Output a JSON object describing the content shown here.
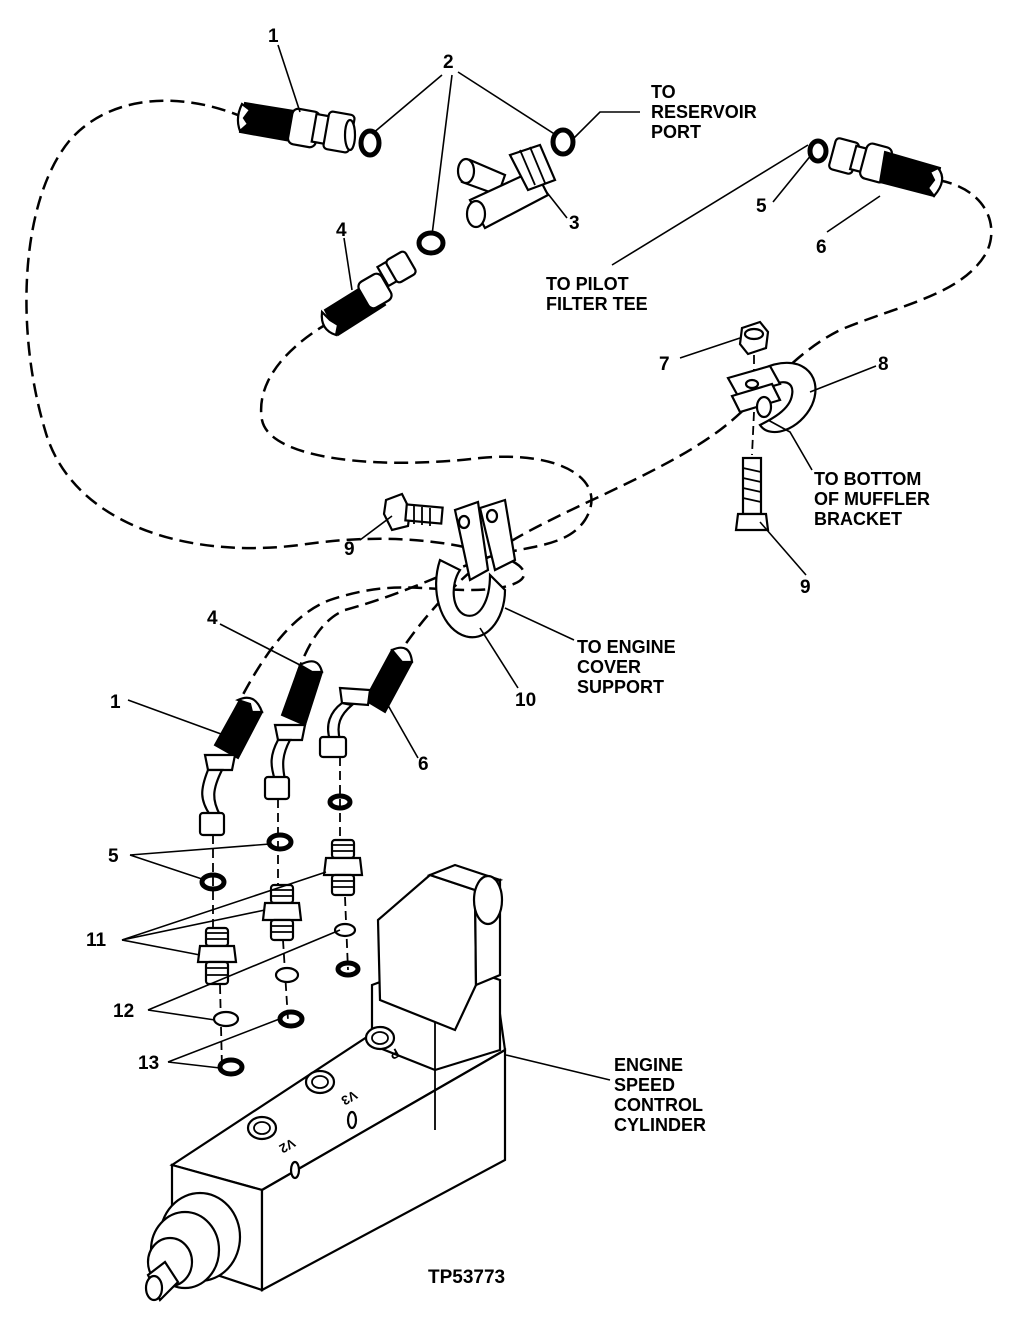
{
  "callouts": {
    "c1_top": "1",
    "c2": "2",
    "c3": "3",
    "c4_top": "4",
    "c5_top": "5",
    "c6_top": "6",
    "c7": "7",
    "c8": "8",
    "c9_left": "9",
    "c9_right": "9",
    "c10": "10",
    "c4_mid": "4",
    "c1_mid": "1",
    "c6_mid": "6",
    "c5_low": "5",
    "c11": "11",
    "c12": "12",
    "c13": "13"
  },
  "notes": {
    "reservoir": [
      "TO",
      "RESERVOIR",
      "PORT"
    ],
    "pilot": [
      "TO PILOT",
      "FILTER TEE"
    ],
    "muffler": [
      "TO BOTTOM",
      "OF MUFFLER",
      "BRACKET"
    ],
    "engine_cover": [
      "TO ENGINE",
      "COVER",
      "SUPPORT"
    ],
    "cylinder": [
      "ENGINE",
      "SPEED",
      "CONTROL",
      "CYLINDER"
    ]
  },
  "port_marks": {
    "p": "P",
    "v3": "V3",
    "v2": "V2"
  },
  "figure_id": "TP53773"
}
